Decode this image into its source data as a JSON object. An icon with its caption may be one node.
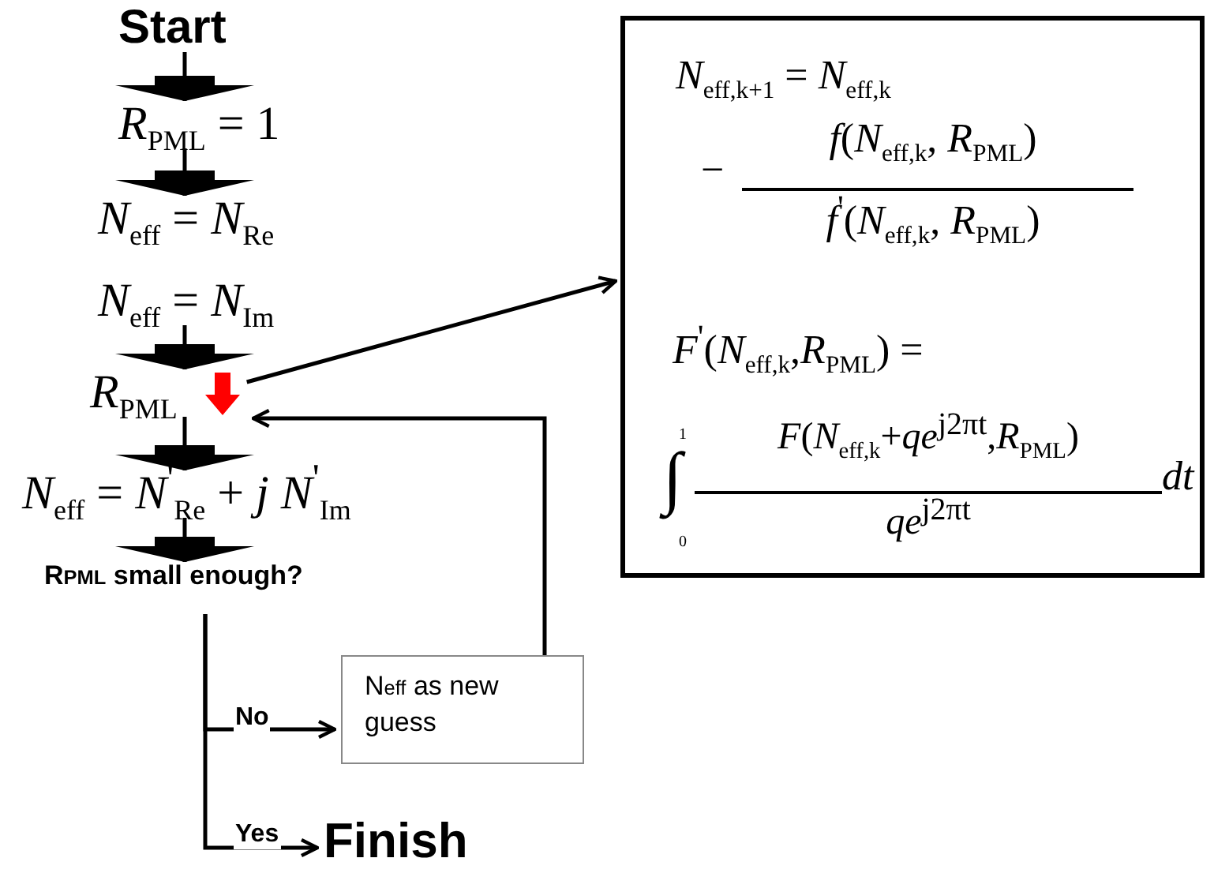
{
  "diagram": {
    "nodes": [
      {
        "text": [
          "Start"
        ]
      },
      {
        "text": [
          "*R*$_{PML}$ = 1"
        ]
      },
      {
        "text": [
          "*N*$_{eff}$ = *N*$_{Re}$"
        ]
      },
      {
        "text": [
          "*N*$_{eff}$ = *N*$_{Im}$"
        ]
      },
      {
        "text": [
          "*R*$_{PML}$"
        ]
      },
      {
        "text": [
          "*N*$_{eff}$ = *N*$^{'}$$_{Re}$ + *j* *N*$^{'}$$_{Im}$"
        ]
      },
      {
        "text": [
          "R$_{PML}$ small enough?"
        ]
      },
      {
        "text": [
          "N$_{eff}$ as new guess"
        ]
      },
      {
        "text": [
          "Finish"
        ]
      },
      {
        "text": [
          "*N*$_{eff,k+1}$ = *N*$_{eff,k}$",
          "−",
          "*f*(*N*$_{eff,k}$, *R*$_{PML}$)",
          "*f*$^{'}$(*N*$_{eff,k}$, *R*$_{PML}$)",
          "*F*$^{'}$(*N*$_{eff,k}$,*R*$_{PML}$) =",
          "1",
          "∫",
          "0",
          "*F*(*N*$_{eff,k}$+*qe*$^{j2πt}$,*R*$_{PML}$)",
          "*qe*$^{j2πt}$",
          "*dt*"
        ]
      }
    ],
    "edges": [
      {
        "from": 0,
        "to": 1,
        "arrow": "to"
      },
      {
        "from": 1,
        "to": 2,
        "arrow": "to"
      },
      {
        "from": 3,
        "to": 4,
        "arrow": "to"
      },
      {
        "from": 4,
        "to": 5,
        "arrow": "to"
      },
      {
        "from": 5,
        "to": 6,
        "arrow": "to"
      },
      {
        "from": 6,
        "to": 7,
        "arrow": "to",
        "label": "No"
      },
      {
        "from": 6,
        "to": 8,
        "arrow": "to",
        "label": "Yes"
      },
      {
        "from": 7,
        "to": 4,
        "arrow": "to"
      },
      {
        "from": 4,
        "to": 9,
        "arrow": "to"
      }
    ]
  }
}
